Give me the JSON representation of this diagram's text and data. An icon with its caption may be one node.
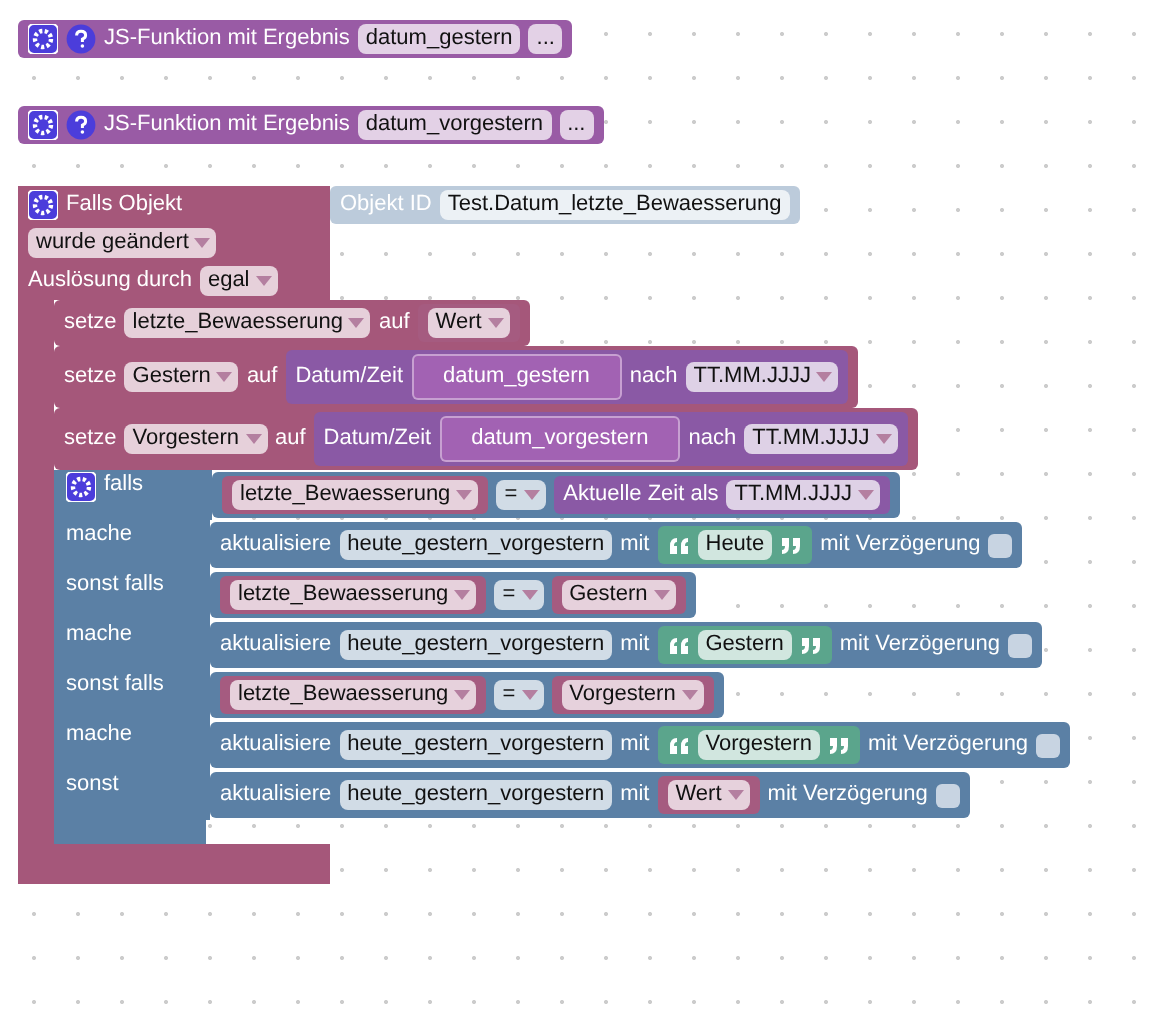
{
  "diagram": {
    "nodes": [
      {
        "text": [
          "JS-Funktion mit Ergebnis",
          "datum_gestern",
          "..."
        ]
      },
      {
        "text": [
          "JS-Funktion mit Ergebnis",
          "datum_vorgestern",
          "..."
        ]
      },
      {
        "text": [
          "Falls Objekt",
          "wurde geändert",
          "Auslösung durch",
          "egal"
        ]
      },
      {
        "text": [
          "Objekt ID",
          "Test.Datum_letzte_Bewaesserung"
        ]
      },
      {
        "text": [
          "setze",
          "letzte_Bewaesserung",
          "auf"
        ]
      },
      {
        "text": [
          "Wert"
        ],
        "in": 4
      },
      {
        "text": [
          "setze",
          "Gestern",
          "auf"
        ]
      },
      {
        "text": [
          "Datum/Zeit",
          "nach",
          "TT.MM.JJJJ"
        ],
        "in": 6
      },
      {
        "text": [
          "datum_gestern"
        ],
        "in": 7
      },
      {
        "text": [
          "setze",
          "Vorgestern",
          "auf"
        ]
      },
      {
        "text": [
          "Datum/Zeit",
          "nach",
          "TT.MM.JJJJ"
        ],
        "in": 9
      },
      {
        "text": [
          "datum_vorgestern"
        ],
        "in": 10
      },
      {
        "text": [
          "falls",
          "mache",
          "sonst falls",
          "mache",
          "sonst falls",
          "mache",
          "sonst"
        ],
        "in": 2
      },
      {
        "text": [
          "="
        ]
      },
      {
        "text": [
          "letzte_Bewaesserung"
        ],
        "in": 13
      },
      {
        "text": [
          "Aktuelle Zeit als",
          "TT.MM.JJJJ"
        ],
        "in": 13
      },
      {
        "text": [
          "aktualisiere",
          "heute_gestern_vorgestern",
          "mit",
          "mit Verzögerung"
        ]
      },
      {
        "text": [
          "Heute"
        ],
        "in": 16
      },
      {
        "text": [
          "="
        ]
      },
      {
        "text": [
          "letzte_Bewaesserung"
        ],
        "in": 18
      },
      {
        "text": [
          "Gestern"
        ],
        "in": 18
      },
      {
        "text": [
          "aktualisiere",
          "heute_gestern_vorgestern",
          "mit",
          "mit Verzögerung"
        ]
      },
      {
        "text": [
          "Gestern"
        ],
        "in": 21
      },
      {
        "text": [
          "="
        ]
      },
      {
        "text": [
          "letzte_Bewaesserung"
        ],
        "in": 23
      },
      {
        "text": [
          "Vorgestern"
        ],
        "in": 23
      },
      {
        "text": [
          "aktualisiere",
          "heute_gestern_vorgestern",
          "mit",
          "mit Verzögerung"
        ]
      },
      {
        "text": [
          "Vorgestern"
        ],
        "in": 26
      },
      {
        "text": [
          "aktualisiere",
          "heute_gestern_vorgestern",
          "mit",
          "mit Verzögerung"
        ]
      },
      {
        "text": [
          "Wert"
        ],
        "in": 28
      }
    ],
    "edges": []
  }
}
